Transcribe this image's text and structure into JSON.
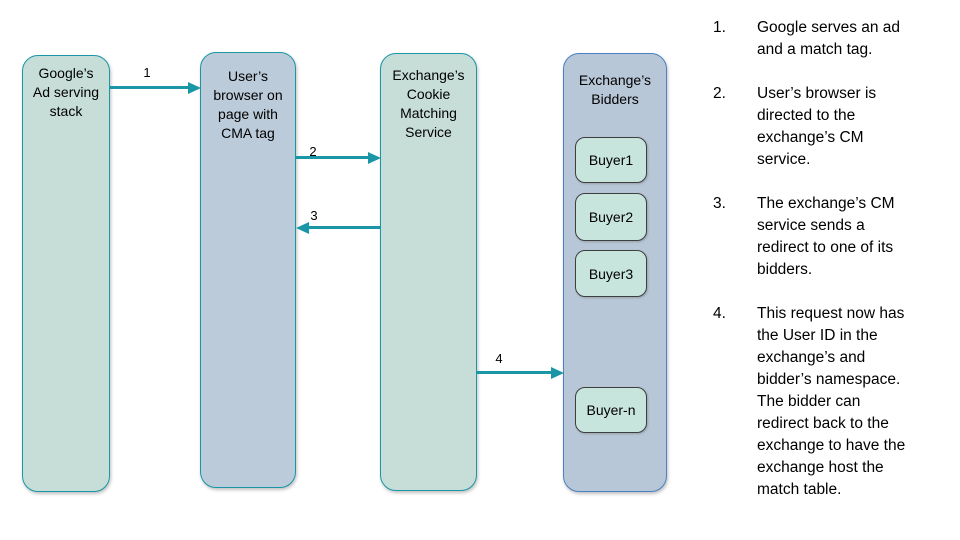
{
  "colors": {
    "teal": "#1a96a6",
    "green-fill": "#c6ded7",
    "blue-fill": "#bccbd9",
    "bidders-fill": "#b8c7d7",
    "blue-border": "#4a80c4",
    "buyer-fill": "#c7e4dd",
    "text": "#000000"
  },
  "diagram": {
    "nodes": [
      {
        "id": "google-ad-stack",
        "title": "Google’s\nAd serving\nstack"
      },
      {
        "id": "user-browser",
        "title": "User’s\nbrowser on\npage with\nCMA tag"
      },
      {
        "id": "cm-service",
        "title": "Exchange’s\nCookie\nMatching\nService"
      },
      {
        "id": "bidders",
        "title": "Exchange’s\nBidders",
        "buyers": [
          "Buyer1",
          "Buyer2",
          "Buyer3",
          "Buyer-n"
        ]
      }
    ],
    "arrows": [
      {
        "label": "1",
        "from": "google-ad-stack",
        "to": "user-browser",
        "direction": "right"
      },
      {
        "label": "2",
        "from": "user-browser",
        "to": "cm-service",
        "direction": "right"
      },
      {
        "label": "3",
        "from": "cm-service",
        "to": "user-browser",
        "direction": "left"
      },
      {
        "label": "4",
        "from": "cm-service",
        "to": "bidders",
        "direction": "right"
      }
    ]
  },
  "steps": [
    {
      "number": "1.",
      "text": "Google serves an ad\nand a match tag."
    },
    {
      "number": "2.",
      "text": "User’s browser is\ndirected to the\nexchange’s CM\nservice."
    },
    {
      "number": "3.",
      "text": "The exchange’s CM\nservice sends a\nredirect to one of its\nbidders."
    },
    {
      "number": "4.",
      "text": "This request now has\nthe User ID in the\nexchange’s and\nbidder’s namespace.\nThe bidder can\nredirect back to the\nexchange to have the\nexchange host the\nmatch table."
    }
  ]
}
